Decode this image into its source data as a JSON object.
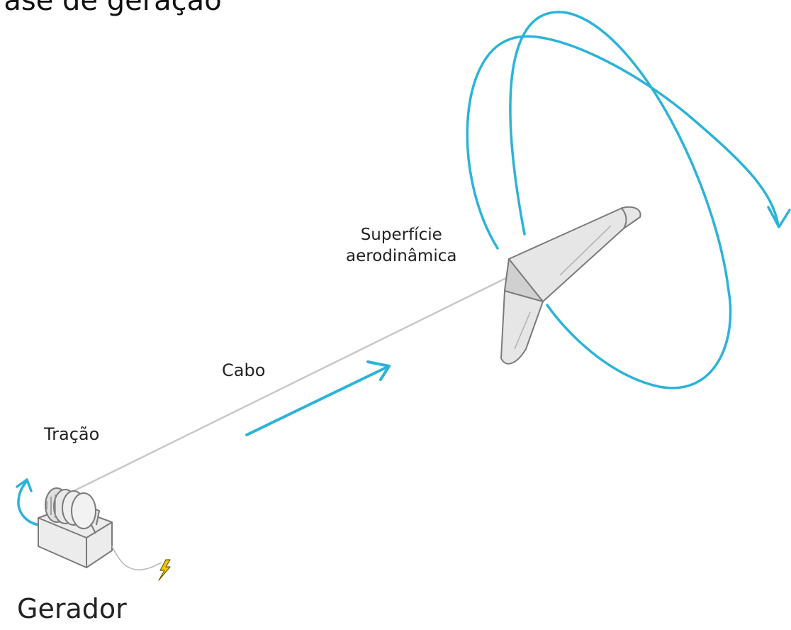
{
  "title": "Fase de geração",
  "labels": {
    "surface_line1": "Superfície",
    "surface_line2": "aerodinâmica",
    "cable": "Cabo",
    "traction": "Tração",
    "generator": "Gerador"
  },
  "colors": {
    "arrow": "#2bb3d8",
    "line_drawing": "#7a7a7a",
    "fill_light": "#e8e8e8",
    "bolt": "#f5c800"
  },
  "icons": [
    "flight-loop-arrow",
    "pull-direction-arrow",
    "rotation-arrow",
    "lightning-bolt-icon",
    "winch-drum-icon",
    "kite-wing-icon"
  ]
}
